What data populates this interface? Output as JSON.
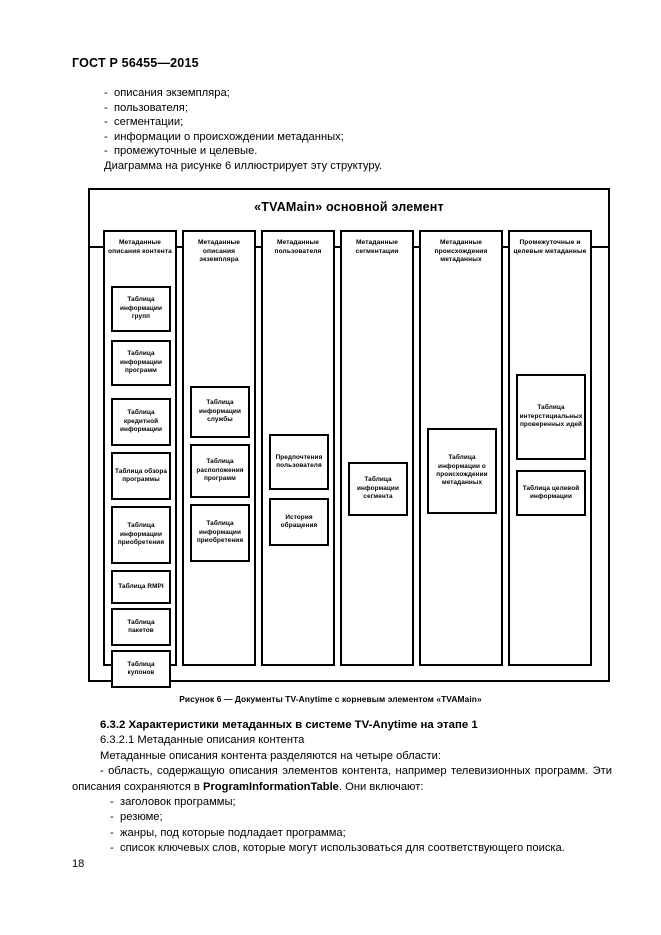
{
  "document": {
    "standard_header": "ГОСТ Р 56455—2015",
    "page_number": "18"
  },
  "intro": {
    "items": [
      "описания экземпляра;",
      "пользователя;",
      "сегментации;",
      "информации о происхождении метаданных;",
      "промежуточные и целевые."
    ],
    "closing": "Диаграмма на рисунке 6 иллюстрирует эту структуру."
  },
  "figure": {
    "root_title": "«TVAMain» основной элемент",
    "caption": "Рисунок 6 — Документы TV-Anytime с корневым элементом «TVAMain»",
    "columns": [
      {
        "header": "Метаданные описания контента",
        "boxes": [
          "Таблица информации групп",
          "Таблица информации программ",
          "Таблица кредитной информации",
          "Таблица обзора программы",
          "Таблица информации приобретения",
          "Таблица RMPI",
          "Таблица пакетов",
          "Таблица купонов"
        ]
      },
      {
        "header": "Метаданные описания экземпляра",
        "boxes": [
          "Таблица информации службы",
          "Таблица расположения программ",
          "Таблица информации приобретения"
        ]
      },
      {
        "header": "Метаданные пользователя",
        "boxes": [
          "Предпочтения пользователя",
          "История обращения"
        ]
      },
      {
        "header": "Метаданные сегментации",
        "boxes": [
          "Таблица информации сегмента"
        ]
      },
      {
        "header": "Метаданные происхождения метаданных",
        "boxes": [
          "Таблица информации о происхождении метаданных"
        ]
      },
      {
        "header": "Промежуточные и целевые метаданные",
        "boxes": [
          "Таблица интерстициальных проверенных идей",
          "Таблица целевой информации"
        ]
      }
    ]
  },
  "body": {
    "section_title": "6.3.2 Характеристики метаданных в системе TV-Anytime на этапе 1",
    "subsection_title": "6.3.2.1 Метаданные описания контента",
    "lead": "Метаданные описания контента разделяются на четыре области:",
    "area_text_before": "- область, содержащую описания элементов контента, например телевизионных программ. Эти описания сохраняются в ",
    "area_text_bold": "ProgramInformationTable",
    "area_text_after": ". Они включают:",
    "bullets": [
      "заголовок программы;",
      "резюме;",
      "жанры, под которые подладает программа;",
      "список ключевых слов, которые могут использоваться для соответствующего поиска."
    ]
  }
}
